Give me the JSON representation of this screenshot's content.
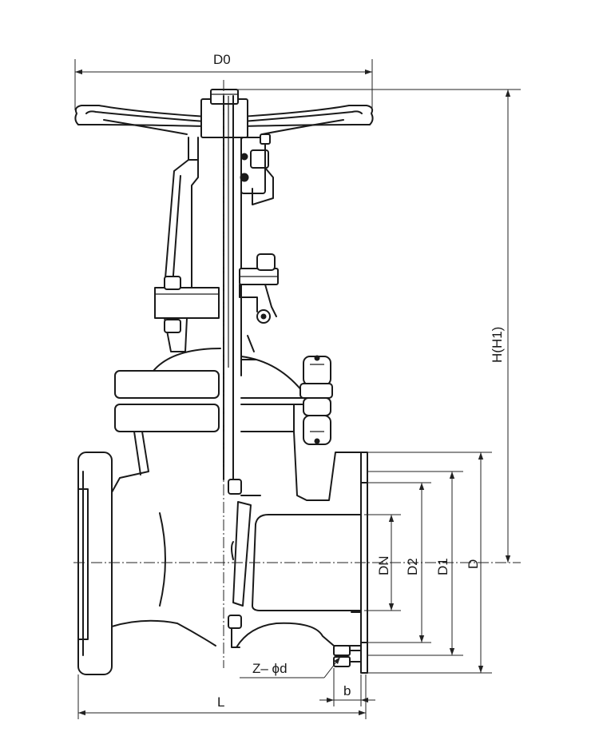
{
  "diagram": {
    "labels": {
      "d0": "D0",
      "h": "H(H1)",
      "dn": "DN",
      "d2": "D2",
      "d1": "D1",
      "d": "D",
      "z_phi_d": "Z– ϕd",
      "b": "b",
      "l": "L"
    }
  }
}
